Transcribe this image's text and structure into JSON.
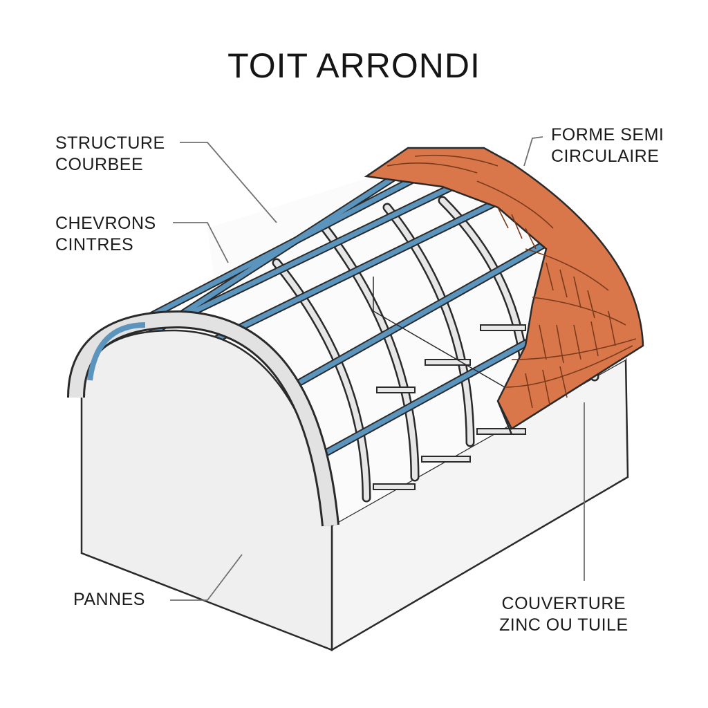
{
  "title": "TOIT ARRONDI",
  "labels": {
    "structure": {
      "line1": "STRUCTURE",
      "line2": "COURBEE"
    },
    "chevrons": {
      "line1": "CHEVRONS",
      "line2": "CINTRES"
    },
    "forme": {
      "line1": "FORME SEMI",
      "line2": "CIRCULAIRE"
    },
    "pannes": {
      "line1": "PANNES"
    },
    "couverture": {
      "line1": "COUVERTURE",
      "line2": "ZINC OU TUILE"
    }
  },
  "colors": {
    "outline": "#2a2a2a",
    "wall": "#f1f1f1",
    "arch": "#e4e4e4",
    "purlin": "#5b94bd",
    "tile": "#d9774a",
    "leader": "#707070"
  }
}
